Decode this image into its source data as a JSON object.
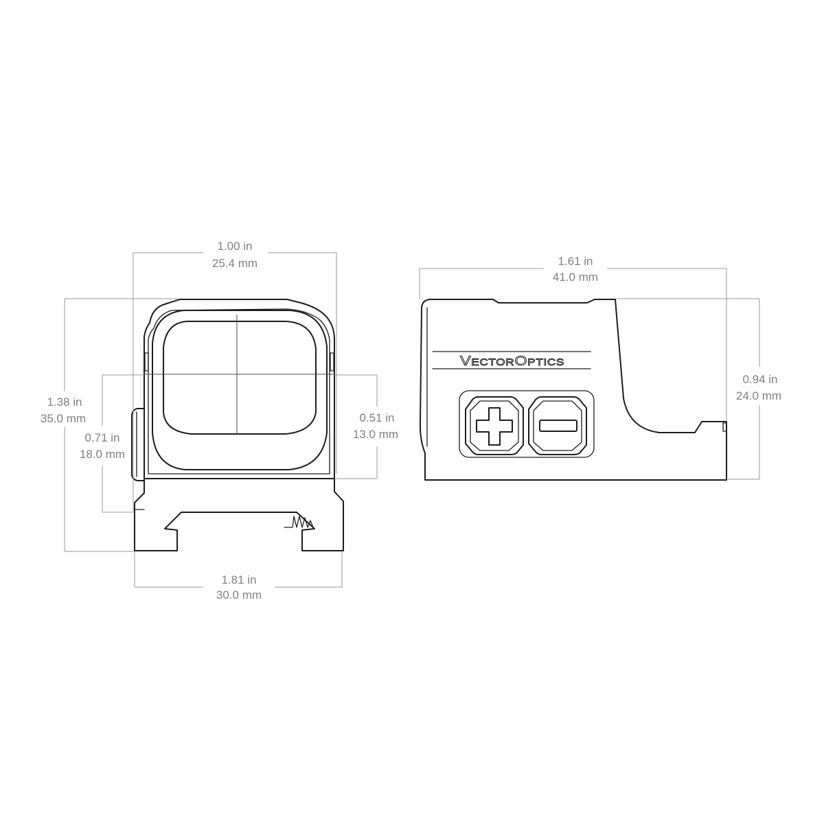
{
  "brand": {
    "v": "V",
    "ector": "ECTOR",
    "o": "O",
    "ptics": "PTICS"
  },
  "dimensions": {
    "front_width_in": "1.00 in",
    "front_width_mm": "25.4 mm",
    "front_height_in": "1.38 in",
    "front_height_mm": "35.0 mm",
    "optical_axis_in": "0.71 in",
    "optical_axis_mm": "18.0 mm",
    "window_height_in": "0.51 in",
    "window_height_mm": "13.0 mm",
    "base_width_in": "1.81 in",
    "base_width_mm": "30.0 mm",
    "side_length_in": "1.61 in",
    "side_length_mm": "41.0 mm",
    "side_height_in": "0.94 in",
    "side_height_mm": "24.0 mm"
  },
  "colors": {
    "outline": "#1c1c1c",
    "dimension": "#9a9a9a",
    "dimension_text": "#7f7f7f",
    "background": "#ffffff"
  },
  "icons": [
    "plus-button-icon",
    "minus-button-icon"
  ]
}
